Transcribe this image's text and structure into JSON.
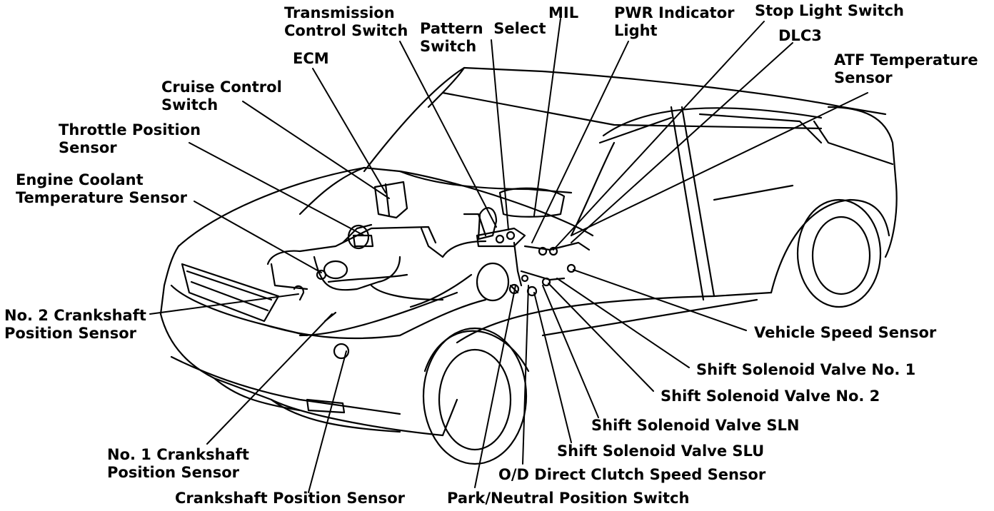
{
  "colors": {
    "ink": "#000000",
    "paper": "#ffffff"
  },
  "labels": {
    "transmission_control_switch": "Transmission\nControl Switch",
    "pattern_select_switch": "Pattern  Select\nSwitch",
    "mil": "MIL",
    "pwr_indicator_light": "PWR Indicator\nLight",
    "stop_light_switch": "Stop Light Switch",
    "dlc3": "DLC3",
    "atf_temperature_sensor": "ATF Temperature\nSensor",
    "ecm": "ECM",
    "cruise_control_switch": "Cruise Control\nSwitch",
    "throttle_position_sensor": "Throttle Position\nSensor",
    "engine_coolant_temperature_sensor": "Engine Coolant\nTemperature Sensor",
    "no2_crankshaft_position_sensor": "No. 2 Crankshaft\nPosition Sensor",
    "no1_crankshaft_position_sensor": "No. 1 Crankshaft\nPosition Sensor",
    "crankshaft_position_sensor": "Crankshaft Position Sensor",
    "park_neutral_position_switch": "Park/Neutral Position Switch",
    "od_direct_clutch_speed_sensor": "O/D Direct Clutch Speed Sensor",
    "shift_solenoid_valve_slu": "Shift Solenoid Valve SLU",
    "shift_solenoid_valve_sln": "Shift Solenoid Valve SLN",
    "shift_solenoid_valve_no2": "Shift Solenoid Valve No. 2",
    "shift_solenoid_valve_no1": "Shift Solenoid Valve No. 1",
    "vehicle_speed_sensor": "Vehicle Speed Sensor"
  }
}
